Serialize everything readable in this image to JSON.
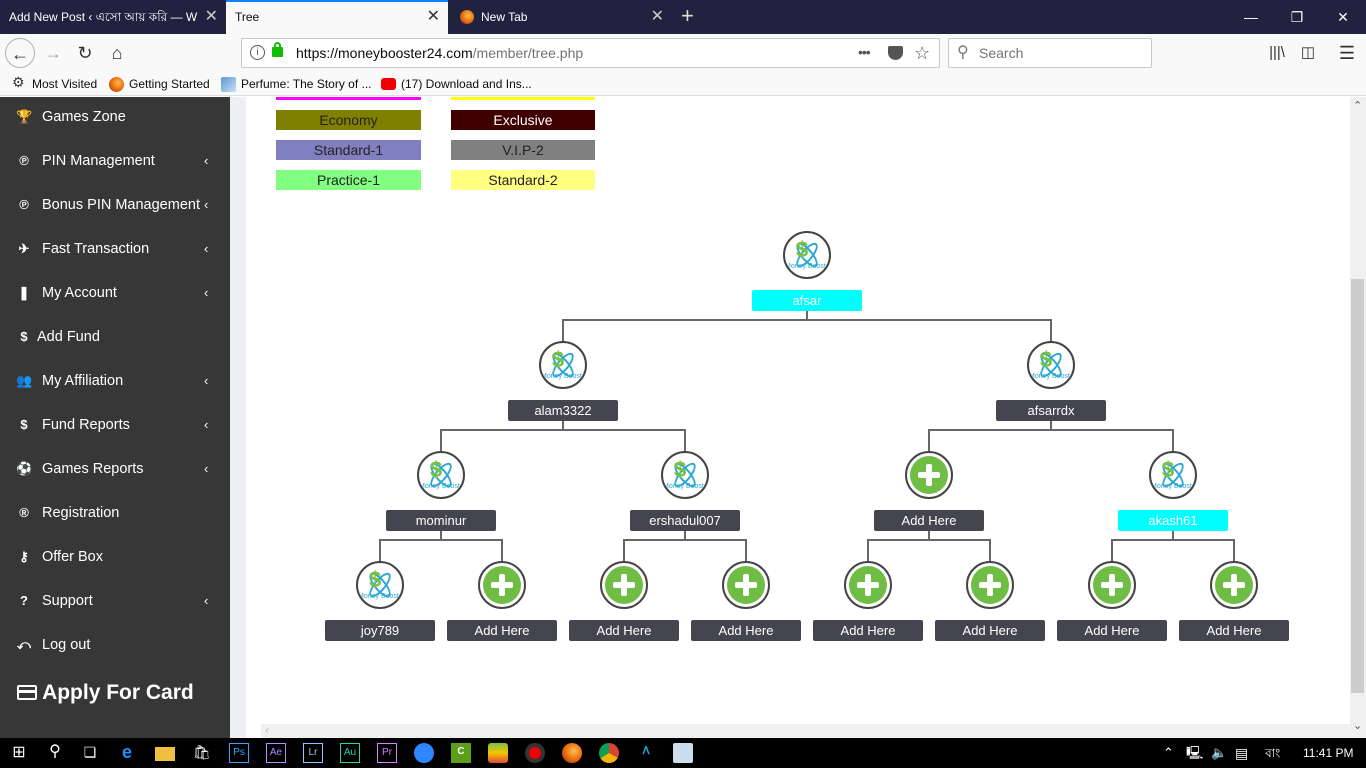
{
  "browser": {
    "tabs": [
      {
        "title": "Add New Post ‹ এসো আয় করি — W",
        "active": false
      },
      {
        "title": "Tree",
        "active": true
      },
      {
        "title": "New Tab",
        "active": false
      }
    ],
    "url_host": "https://moneybooster24.com",
    "url_path": "/member/tree.php",
    "search_placeholder": "Search",
    "bookmarks": [
      {
        "label": "Most Visited",
        "icon": "gear-icon"
      },
      {
        "label": "Getting Started",
        "icon": "firefox-icon"
      },
      {
        "label": "Perfume: The Story of ...",
        "icon": "site-icon"
      },
      {
        "label": "(17) Download and Ins...",
        "icon": "youtube-icon"
      }
    ]
  },
  "sidebar": {
    "items": [
      {
        "label": "Games Zone",
        "icon": "trophy-icon",
        "glyph": "🏆",
        "submenu": false
      },
      {
        "label": "PIN Management",
        "icon": "pin-icon",
        "glyph": "℗",
        "submenu": true
      },
      {
        "label": "Bonus PIN Management",
        "icon": "pin-icon",
        "glyph": "℗",
        "submenu": true
      },
      {
        "label": "Fast Transaction",
        "icon": "plane-icon",
        "glyph": "✈",
        "submenu": true
      },
      {
        "label": "My Account",
        "icon": "account-icon",
        "glyph": "❚",
        "submenu": true
      },
      {
        "label": "Add Fund",
        "icon": "dollar-icon",
        "glyph": "$",
        "submenu": false
      },
      {
        "label": "My Affiliation",
        "icon": "users-icon",
        "glyph": "👥",
        "submenu": true
      },
      {
        "label": "Fund Reports",
        "icon": "dollar-icon",
        "glyph": "$",
        "submenu": true
      },
      {
        "label": "Games Reports",
        "icon": "soccer-icon",
        "glyph": "⚽",
        "submenu": true
      },
      {
        "label": "Registration",
        "icon": "registered-icon",
        "glyph": "®",
        "submenu": false
      },
      {
        "label": "Offer Box",
        "icon": "key-icon",
        "glyph": "⚷",
        "submenu": false
      },
      {
        "label": "Support",
        "icon": "question-icon",
        "glyph": "?",
        "submenu": true
      },
      {
        "label": "Log out",
        "icon": "logout-icon",
        "glyph": "⤺",
        "submenu": false
      }
    ],
    "chevron": "‹",
    "apply_card": "Apply For Card"
  },
  "legend": [
    {
      "label": "Economy",
      "color": "#808000",
      "text": "#222"
    },
    {
      "label": "Exclusive",
      "color": "#400000",
      "text": "#fff"
    },
    {
      "label": "Standard-1",
      "color": "#8080c0",
      "text": "#222"
    },
    {
      "label": "V.I.P-2",
      "color": "#808080",
      "text": "#222"
    },
    {
      "label": "Practice-1",
      "color": "#80ff80",
      "text": "#222"
    },
    {
      "label": "Standard-2",
      "color": "#ffff80",
      "text": "#222"
    }
  ],
  "legend_partial": [
    {
      "color": "#ff00ff"
    },
    {
      "color": "#ffff00"
    }
  ],
  "logo_text": "Money Booster",
  "tree": {
    "root": {
      "label": "afsar",
      "type": "member",
      "highlight": true
    },
    "level1": [
      {
        "label": "alam3322",
        "type": "member",
        "highlight": false
      },
      {
        "label": "afsarrdx",
        "type": "member",
        "highlight": false
      }
    ],
    "level2": [
      {
        "label": "mominur",
        "type": "member",
        "highlight": false
      },
      {
        "label": "ershadul007",
        "type": "member",
        "highlight": false
      },
      {
        "label": "Add Here",
        "type": "add",
        "highlight": false
      },
      {
        "label": "akash61",
        "type": "member",
        "highlight": true
      }
    ],
    "level3": [
      {
        "label": "joy789",
        "type": "member",
        "highlight": false
      },
      {
        "label": "Add Here",
        "type": "add",
        "highlight": false
      },
      {
        "label": "Add Here",
        "type": "add",
        "highlight": false
      },
      {
        "label": "Add Here",
        "type": "add",
        "highlight": false
      },
      {
        "label": "Add Here",
        "type": "add",
        "highlight": false
      },
      {
        "label": "Add Here",
        "type": "add",
        "highlight": false
      },
      {
        "label": "Add Here",
        "type": "add",
        "highlight": false
      },
      {
        "label": "Add Here",
        "type": "add",
        "highlight": false
      }
    ]
  },
  "taskbar": {
    "apps": [
      "Ps",
      "Ae",
      "Lr",
      "Au",
      "Pr"
    ],
    "language": "বাং",
    "time": "11:41 PM"
  }
}
